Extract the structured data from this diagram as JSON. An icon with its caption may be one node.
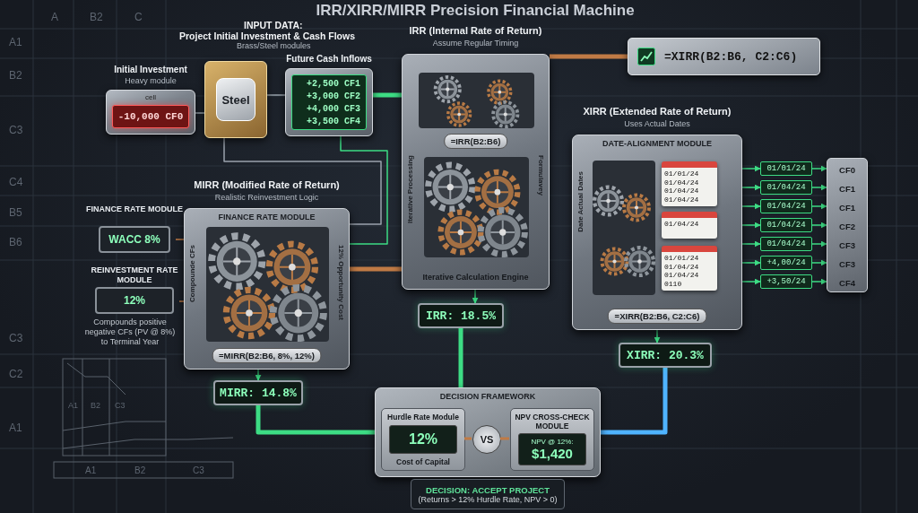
{
  "diagram": {
    "title": "IRR/XIRR/MIRR Precision Financial Machine",
    "nodes": [
      {
        "text": [
          "Initial Investment",
          "Heavy module",
          "cell",
          "-10,000 CF0"
        ]
      },
      {
        "text": [
          "Steel"
        ]
      },
      {
        "text": [
          "Future Cash Inflows",
          "+2,500 CF1",
          "+3,000 CF2",
          "+4,000 CF3",
          "+3,500 CF4"
        ]
      },
      {
        "text": [
          "IRR (Internal Rate of Return)",
          "Assume Regular Timing",
          "=IRR(B2:B6)",
          "Iterative Processing",
          "Formulavey",
          "Iterative Calculation Engine"
        ]
      },
      {
        "text": [
          "IRR: 18.5%"
        ]
      },
      {
        "text": [
          "=XIRR(B2:B6, C2:C6)"
        ]
      },
      {
        "text": [
          "XIRR (Extended Rate of Return)",
          "Uses Actual Dates",
          "DATE-ALIGNMENT MODULE",
          "Date Actual Dates",
          "=XIRR(B2:B6, C2:C6)"
        ]
      },
      {
        "text": [
          "01/01/24 01/04/24 01/04/24 01/04/24"
        ],
        "in": 6
      },
      {
        "text": [
          "01/04/24"
        ],
        "in": 6
      },
      {
        "text": [
          "01/01/24 01/04/24 01/04/24 0110"
        ],
        "in": 6
      },
      {
        "text": [
          "XIRR: 20.3%"
        ]
      },
      {
        "text": [
          "01/01/24"
        ]
      },
      {
        "text": [
          "01/04/24"
        ]
      },
      {
        "text": [
          "01/04/24"
        ]
      },
      {
        "text": [
          "01/04/24"
        ]
      },
      {
        "text": [
          "01/04/24"
        ]
      },
      {
        "text": [
          "+4,00/24"
        ]
      },
      {
        "text": [
          "+3,50/24"
        ]
      },
      {
        "text": [
          "CF0",
          "CF1",
          "CF1",
          "CF2",
          "CF3",
          "CF3",
          "CF4"
        ]
      },
      {
        "text": [
          "FINANCE RATE MODULE",
          "WACC 8%"
        ]
      },
      {
        "text": [
          "REINVESTMENT RATE MODULE",
          "12%"
        ],
        "beside": [
          "Compounds positive negative CFs (PV @ 8%) to Terminal Year"
        ]
      },
      {
        "text": [
          "MIRR (Modified Rate of Return)",
          "Realistic Reinvestment Logic",
          "FINANCE RATE MODULE",
          "Compounde CFs",
          "12% Opportunity Cost",
          "=MIRR(B2:B6, 8%, 12%)"
        ]
      },
      {
        "text": [
          "MIRR: 14.8%"
        ]
      },
      {
        "text": [
          "DECISION FRAMEWORK"
        ]
      },
      {
        "text": [
          "Hurdle Rate Module",
          "12%",
          "Cost of Capital"
        ],
        "in": 23
      },
      {
        "text": [
          "VS"
        ],
        "in": 23
      },
      {
        "text": [
          "NPV CROSS-CHECK MODULE",
          "NPV @ 12%:",
          "$1,420"
        ],
        "in": 23
      },
      {
        "text": [
          "DECISION: ACCEPT PROJECT",
          "(Returns > 12% Hurdle Rate, NPV > 0)"
        ]
      }
    ],
    "edges": [
      {
        "from": 0,
        "to": 1,
        "arrow": "none",
        "color": "#9aa3ad"
      },
      {
        "from": 1,
        "to": 2,
        "arrow": "none",
        "color": "#9aa3ad"
      },
      {
        "from": 2,
        "to": 3,
        "arrow": "none",
        "style": "thick"
      },
      {
        "from": 1,
        "to": 21,
        "arrow": "none",
        "color": "#9aa3ad"
      },
      {
        "from": 2,
        "to": 21,
        "arrow": "none"
      },
      {
        "from": 19,
        "to": 21,
        "arrow": "none",
        "color": "#c07a45"
      },
      {
        "from": 20,
        "to": 21,
        "arrow": "none",
        "color": "#c07a45"
      },
      {
        "from": 21,
        "to": 3,
        "arrow": "none",
        "style": "thick",
        "color": "#c07a45"
      },
      {
        "from": 3,
        "to": 4,
        "arrow": "to"
      },
      {
        "from": 3,
        "to": 5,
        "arrow": "none",
        "style": "thick",
        "color": "#c07a45"
      },
      {
        "from": 6,
        "to": 10,
        "arrow": "to"
      },
      {
        "from": 4,
        "to": 23,
        "arrow": "none",
        "style": "thick"
      },
      {
        "from": 22,
        "to": 23,
        "arrow": "none",
        "style": "thick"
      },
      {
        "from": 10,
        "to": 23,
        "arrow": "none",
        "style": "thick",
        "color": "#4fb3ff"
      },
      {
        "from": 24,
        "to": 25,
        "arrow": "none",
        "color": "#c07a45"
      },
      {
        "from": 25,
        "to": 26,
        "arrow": "none",
        "color": "#c07a45"
      },
      {
        "from": 21,
        "to": 22,
        "arrow": "to"
      },
      {
        "from": 6,
        "to": 11,
        "arrow": "to"
      },
      {
        "from": 6,
        "to": 12,
        "arrow": "to"
      },
      {
        "from": 6,
        "to": 13,
        "arrow": "to"
      },
      {
        "from": 6,
        "to": 14,
        "arrow": "to"
      },
      {
        "from": 6,
        "to": 15,
        "arrow": "to"
      },
      {
        "from": 6,
        "to": 16,
        "arrow": "to"
      },
      {
        "from": 6,
        "to": 17,
        "arrow": "to"
      },
      {
        "from": 11,
        "to": 18,
        "arrow": "to"
      },
      {
        "from": 12,
        "to": 18,
        "arrow": "to"
      },
      {
        "from": 13,
        "to": 18,
        "arrow": "to"
      },
      {
        "from": 14,
        "to": 18,
        "arrow": "to"
      },
      {
        "from": 15,
        "to": 18,
        "arrow": "to"
      },
      {
        "from": 16,
        "to": 18,
        "arrow": "to"
      },
      {
        "from": 17,
        "to": 18,
        "arrow": "to"
      }
    ],
    "labels": [
      "A",
      "B2",
      "C",
      "INPUT DATA:",
      "Project Initial Investment & Cash Flows",
      "Brass/Steel modules",
      "A1",
      "B2",
      "C3",
      "C4",
      "B5",
      "B6",
      "C3",
      "C2",
      "A1",
      "B2",
      "C3",
      "A1",
      "A1",
      "B2",
      "C3"
    ]
  }
}
